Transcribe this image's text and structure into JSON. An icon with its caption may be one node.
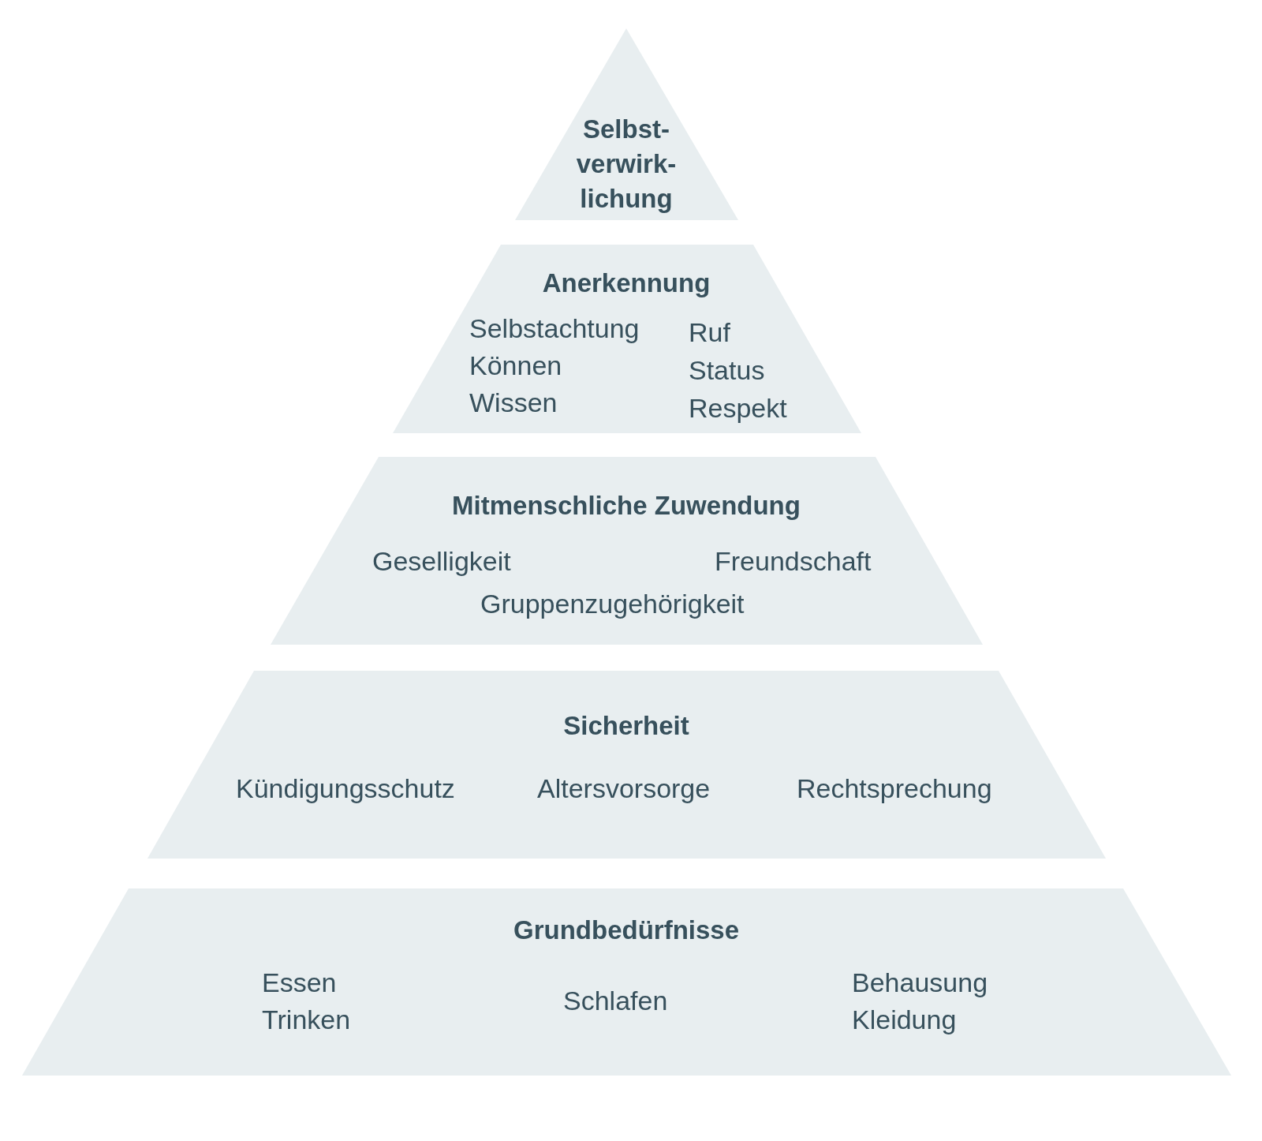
{
  "diagram": {
    "nodes": [
      {
        "text": [
          "Selbst- verwirk- lichung"
        ]
      },
      {
        "text": [
          "Anerkennung",
          "Selbstachtung",
          "Können",
          "Wissen",
          "Ruf",
          "Status",
          "Respekt"
        ]
      },
      {
        "text": [
          "Mitmenschliche Zuwendung",
          "Geselligkeit",
          "Freundschaft",
          "Gruppenzugehörigkeit"
        ]
      },
      {
        "text": [
          "Sicherheit",
          "Kündigungsschutz",
          "Altersvorsorge",
          "Rechtsprechung"
        ]
      },
      {
        "text": [
          "Grundbedürfnisse",
          "Essen",
          "Trinken",
          "Schlafen",
          "Behausung",
          "Kleidung"
        ]
      }
    ],
    "edges": []
  }
}
